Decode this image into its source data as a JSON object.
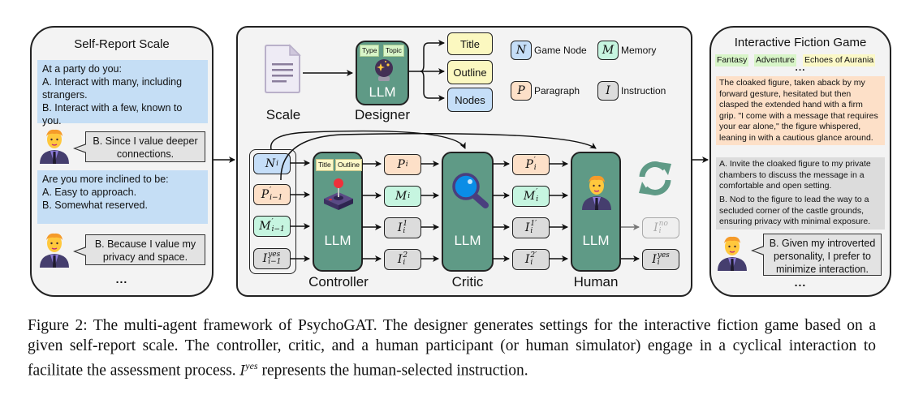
{
  "left_panel": {
    "title": "Self-Report Scale",
    "questions": [
      {
        "lines": [
          "At a party do you:",
          "A. Interact with many, including strangers.",
          "B. Interact with a few, known to you."
        ],
        "answer": "B. Since I value deeper connections."
      },
      {
        "lines": [
          "Are you more inclined to be:",
          "A. Easy to approach.",
          "B. Somewhat reserved."
        ],
        "answer": "B. Because I value my privacy and space."
      }
    ],
    "ellipsis": "..."
  },
  "middle_panel": {
    "scale_label": "Scale",
    "designer": {
      "label": "Designer",
      "llm": "LLM",
      "tags": [
        "Type",
        "Topic"
      ],
      "outputs": [
        "Title",
        "Outline",
        "Nodes"
      ]
    },
    "legend": [
      {
        "symbol": "N",
        "label": "Game Node",
        "color": "#c5def8"
      },
      {
        "symbol": "M",
        "label": "Memory",
        "color": "#c6f5e0"
      },
      {
        "symbol": "P",
        "label": "Paragraph",
        "color": "#fde0c8"
      },
      {
        "symbol": "I",
        "label": "Instruction",
        "color": "#dcdcdc"
      }
    ],
    "controller": {
      "label": "Controller",
      "llm": "LLM",
      "tags": [
        "Title",
        "Outline"
      ],
      "inputs": [
        {
          "base": "N",
          "sub": "i",
          "sup": ""
        },
        {
          "base": "P",
          "sub": "i−1",
          "sup": "′"
        },
        {
          "base": "M",
          "sub": "i−1",
          "sup": "′"
        },
        {
          "base": "I",
          "sub": "i−1",
          "sup": "yes"
        }
      ]
    },
    "critic": {
      "label": "Critic",
      "llm": "LLM",
      "inputs": [
        {
          "base": "P",
          "sub": "i",
          "sup": ""
        },
        {
          "base": "M",
          "sub": "i",
          "sup": ""
        },
        {
          "base": "I",
          "sub": "i",
          "sup": "1"
        },
        {
          "base": "I",
          "sub": "i",
          "sup": "2"
        }
      ]
    },
    "human": {
      "label": "Human",
      "llm": "LLM",
      "inputs": [
        {
          "base": "P",
          "sub": "i",
          "sup": "′"
        },
        {
          "base": "M",
          "sub": "i",
          "sup": "′"
        },
        {
          "base": "I",
          "sub": "i",
          "sup": "1′"
        },
        {
          "base": "I",
          "sub": "i",
          "sup": "2′"
        }
      ],
      "outputs": [
        {
          "base": "I",
          "sub": "i",
          "sup": "no"
        },
        {
          "base": "I",
          "sub": "i",
          "sup": "yes"
        }
      ]
    }
  },
  "right_panel": {
    "title": "Interactive Fiction Game",
    "tags": [
      "Fantasy",
      "Adventure",
      "Echoes of Aurania"
    ],
    "ellipsis_top": "...",
    "story": "The cloaked figure, taken aback by my forward gesture, hesitated but then clasped the extended hand with a firm grip. \"I come with a message that requires your ear alone,\" the figure whispered, leaning in with a cautious glance around.",
    "option_a": "A. Invite the cloaked figure to my private chambers to discuss the message in a comfortable and open setting.",
    "option_b": "B. Nod to the figure to lead the way to a secluded corner of the castle grounds, ensuring privacy with minimal exposure.",
    "answer": "B. Given my introverted personality, I prefer to minimize interaction.",
    "ellipsis_bottom": "..."
  },
  "caption": {
    "part1": "Figure 2: The multi-agent framework of PsychoGAT. The designer generates settings for the interactive fiction game based on a given self-report scale. The controller, critic, and a human participant (or human simulator) engage in a cyclical interaction to facilitate the assessment process.",
    "symbol": "I",
    "symbol_sup": "yes",
    "part2": "represents the human-selected instruction."
  },
  "colors": {
    "llm_green": "#5f9a86",
    "node_blue": "#c5def8",
    "memory_mint": "#c6f5e0",
    "paragraph_orange": "#fde0c8",
    "instruction_gray": "#dcdcdc",
    "title_yellow": "#fbf8c0",
    "cycle_icon": "#5f9a86"
  }
}
